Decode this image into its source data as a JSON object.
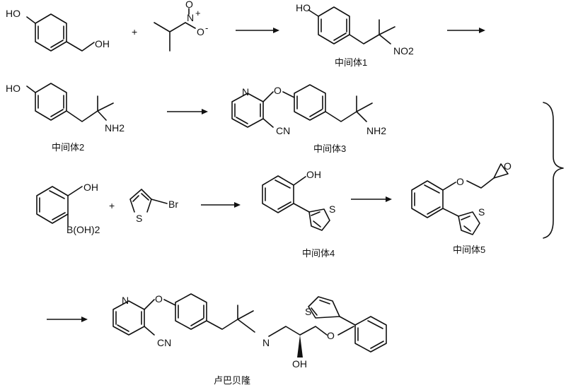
{
  "atoms": {
    "oh": "OH",
    "ho": "HO",
    "o": "O",
    "n": "N",
    "s": "S",
    "br": "Br",
    "cn": "CN",
    "nh2": "NH2",
    "no2": "NO2",
    "boh2": "B(OH)2",
    "nplus": "+",
    "ominus": "-"
  },
  "plus_sign": "+",
  "captions": {
    "int1": "中间体1",
    "int2": "中间体2",
    "int3": "中间体3",
    "int4": "中间体4",
    "int5": "中间体5",
    "product": "卢巴贝隆"
  }
}
